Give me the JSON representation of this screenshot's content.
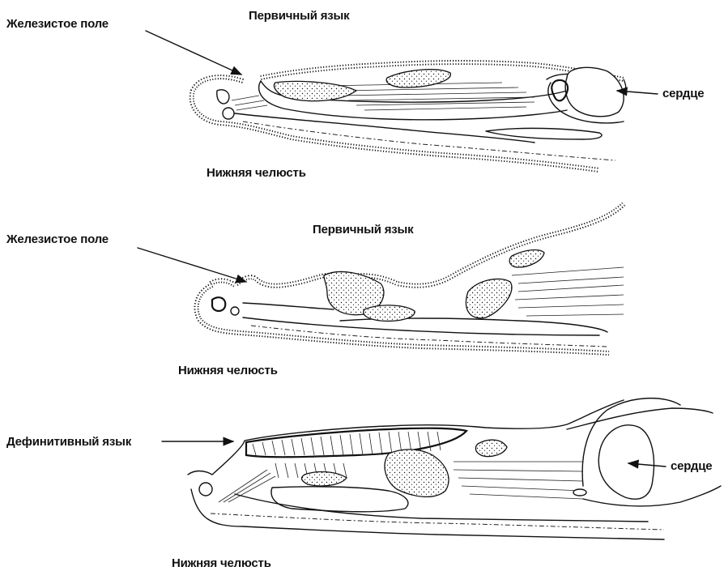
{
  "panel_top": {
    "glandular_field": "Железистое поле",
    "primary_tongue": "Первичный язык",
    "heart": "сердце",
    "lower_jaw": "Нижняя челюсть"
  },
  "panel_middle": {
    "glandular_field": "Железистое поле",
    "primary_tongue": "Первичный язык",
    "lower_jaw": "Нижняя челюсть"
  },
  "panel_bottom": {
    "definitive_tongue": "Дефинитивный язык",
    "heart": "сердце",
    "lower_jaw": "Нижняя челюсть"
  }
}
